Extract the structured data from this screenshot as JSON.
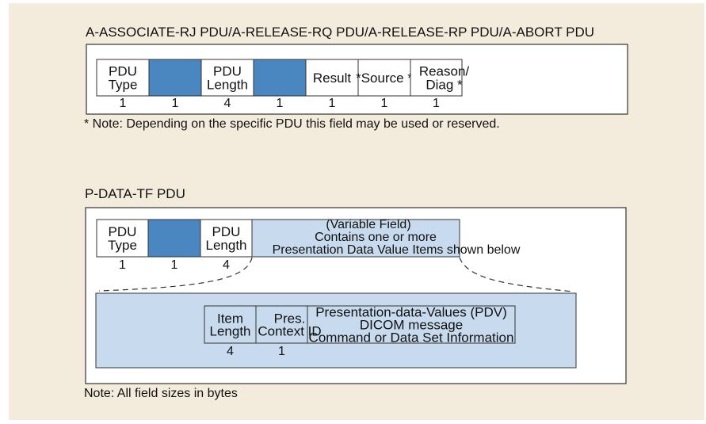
{
  "colors": {
    "background": "#f3ecdc",
    "frame_fill": "#ffffff",
    "reserved_fill": "#4a86c0",
    "pdv_fill": "#c8daee",
    "stroke": "#333333"
  },
  "rj_section": {
    "title": "A-ASSOCIATE-RJ PDU/A-RELEASE-RQ PDU/A-RELEASE-RP PDU/A-ABORT PDU",
    "fields": [
      {
        "lines": [
          "PDU",
          "Type"
        ],
        "size": "1",
        "reserved": false
      },
      {
        "lines": [],
        "size": "1",
        "reserved": true
      },
      {
        "lines": [
          "PDU",
          "Length"
        ],
        "size": "4",
        "reserved": false
      },
      {
        "lines": [],
        "size": "1",
        "reserved": true
      },
      {
        "lines": [
          "Result"
        ],
        "size": "1",
        "reserved": false
      },
      {
        "lines": [
          "*Source *"
        ],
        "size": "1",
        "reserved": false
      },
      {
        "lines": [
          "Reason/",
          "Diag *"
        ],
        "size": "1",
        "reserved": false
      }
    ],
    "note": "* Note: Depending on the specific PDU this field may be used or reserved."
  },
  "pdata_section": {
    "title": "P-DATA-TF PDU",
    "fields": [
      {
        "lines": [
          "PDU",
          "Type"
        ],
        "size": "1",
        "reserved": false
      },
      {
        "lines": [],
        "size": "1",
        "reserved": true
      },
      {
        "lines": [
          "PDU",
          "Length"
        ],
        "size": "4",
        "reserved": false
      }
    ],
    "variable_field": [
      "(Variable Field)",
      "Contains one or more",
      "Presentation Data Value Items shown below"
    ],
    "pdv_fields": [
      {
        "lines": [
          "Item",
          "Length"
        ],
        "size": "4"
      },
      {
        "lines": [
          "Pres.",
          "Context ID"
        ],
        "size": "1"
      },
      {
        "lines": [
          "Presentation-data-Values (PDV)",
          "DICOM message",
          "Command or Data Set Information"
        ],
        "size": ""
      }
    ],
    "note": "Note: All field sizes in bytes"
  }
}
